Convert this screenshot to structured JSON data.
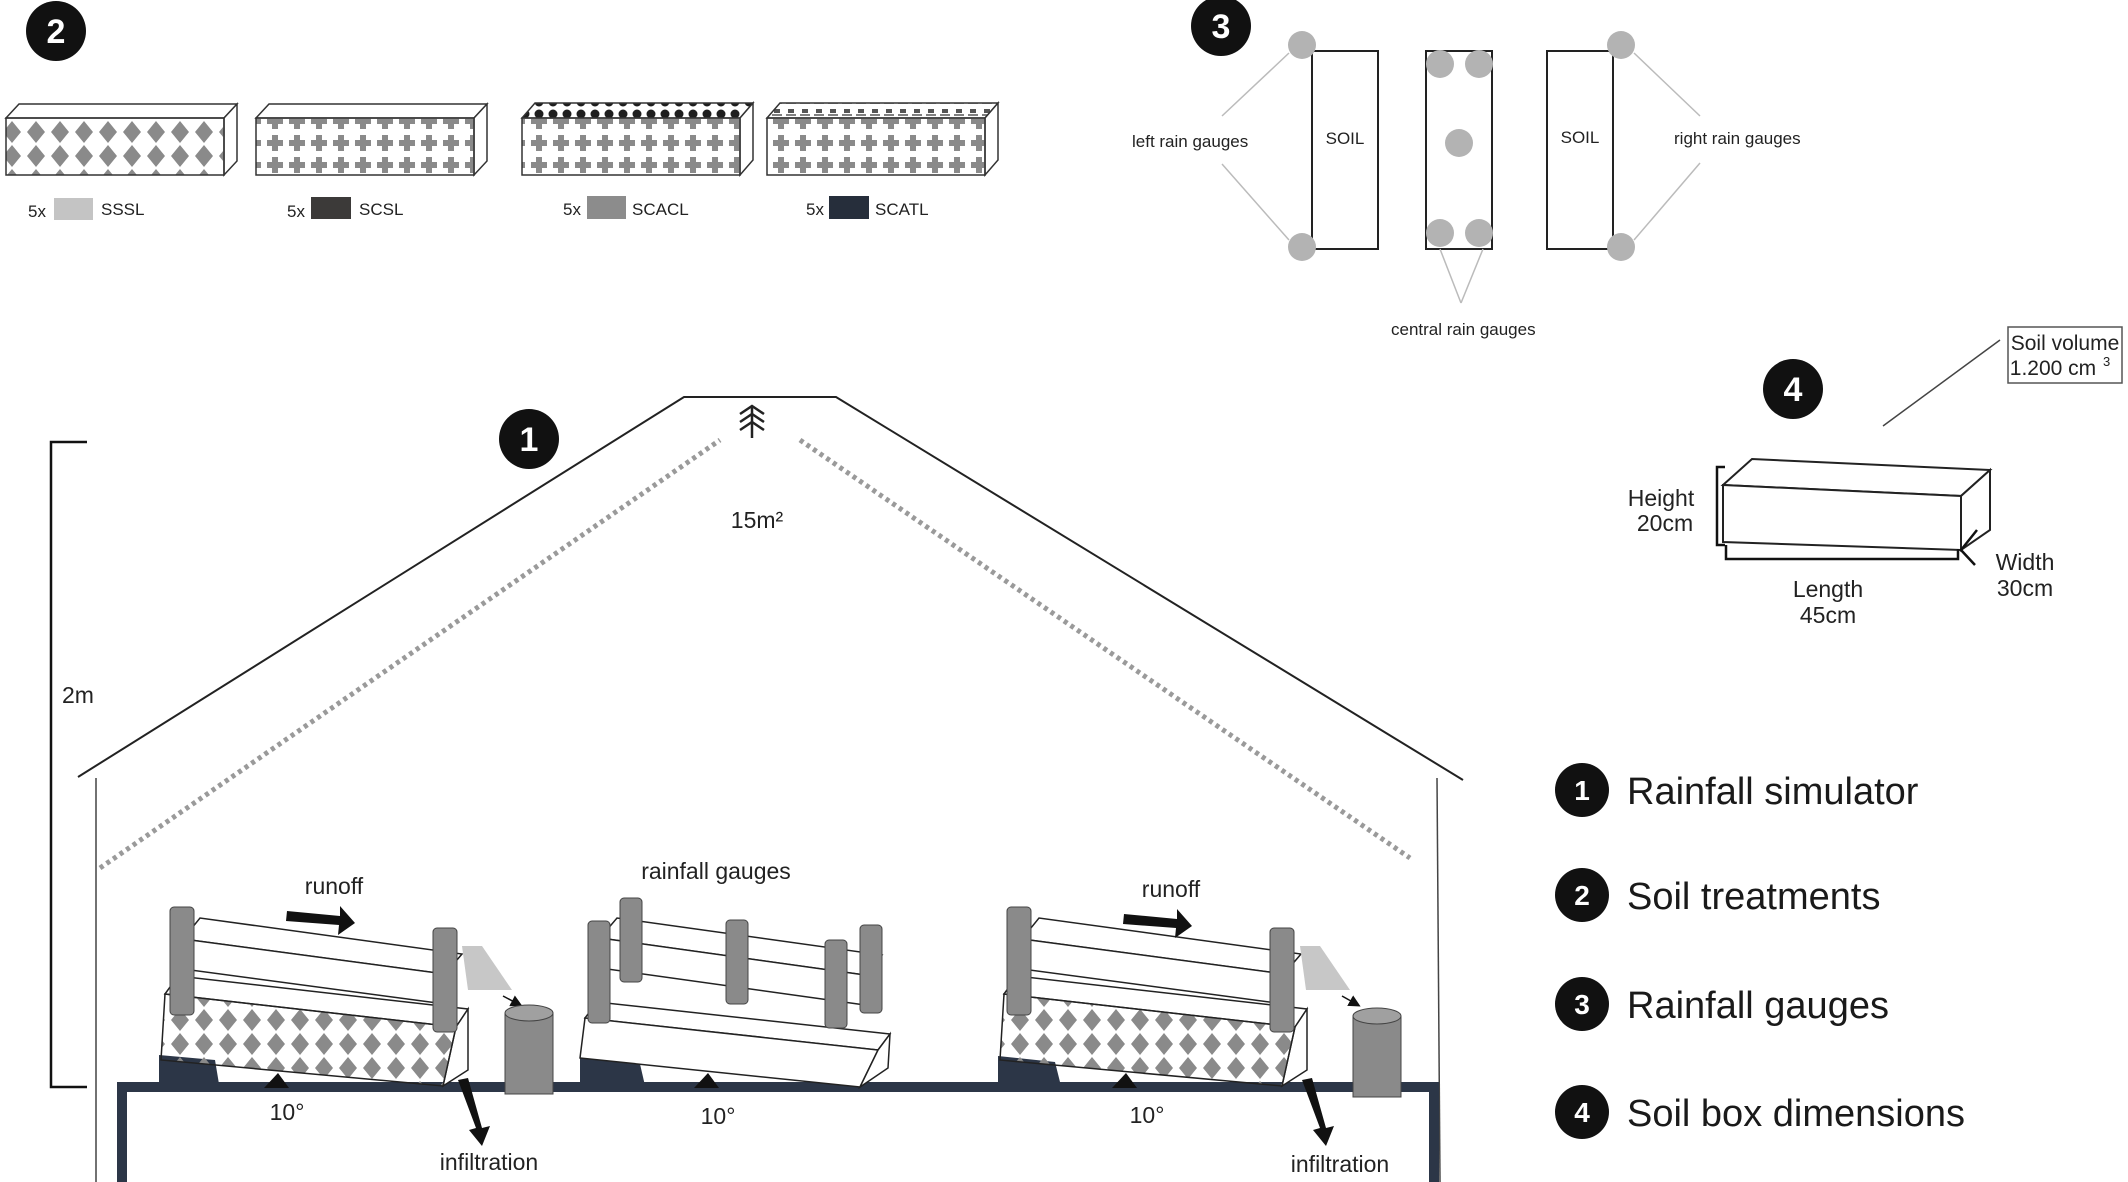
{
  "panel_numbers": {
    "p1": "1",
    "p2": "2",
    "p3": "3",
    "p4": "4"
  },
  "treatments": [
    {
      "count": "5x",
      "code": "SSSL",
      "swatch": "#c4c4c4"
    },
    {
      "count": "5x",
      "code": "SCSL",
      "swatch": "#3c3a39"
    },
    {
      "count": "5x",
      "code": "SCACL",
      "swatch": "#8c8c8c"
    },
    {
      "count": "5x",
      "code": "SCATL",
      "swatch": "#262e3b"
    }
  ],
  "gauges": {
    "left": "left rain gauges",
    "right": "right rain gauges",
    "central": "central rain gauges",
    "soil": "SOIL"
  },
  "dimensions": {
    "soil_volume": "Soil volume",
    "soil_volume_value": "1.200 cm",
    "soil_volume_sup": "3",
    "height": "Height",
    "height_value": "20cm",
    "length": "Length",
    "length_value": "45cm",
    "width": "Width",
    "width_value": "30cm"
  },
  "simulator": {
    "area": "15m²",
    "height": "2m",
    "runoff": "runoff",
    "rainfall_gauges": "rainfall gauges",
    "angle": "10°",
    "infiltration": "infiltration"
  },
  "legend": [
    {
      "num": "1",
      "text": "Rainfall simulator"
    },
    {
      "num": "2",
      "text": "Soil treatments"
    },
    {
      "num": "3",
      "text": "Rainfall gauges"
    },
    {
      "num": "4",
      "text": "Soil box dimensions"
    }
  ],
  "colors": {
    "bench": "#2c3647",
    "gauge": "#8a8a8a",
    "gauge_light": "#b3b3b3",
    "pattern": "#8a8a8a"
  }
}
